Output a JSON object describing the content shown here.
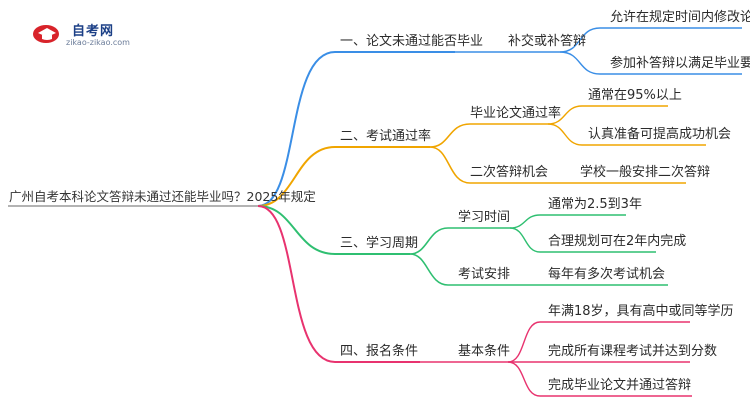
{
  "logo": {
    "name": "自考网",
    "url": "zikao-zikao.com"
  },
  "root": "广州自考本科论文答辩未通过还能毕业吗？2025年规定",
  "branches": [
    {
      "label": "一、论文未通过能否毕业",
      "color": "#3a8ee6",
      "children": [
        {
          "label": "补交或补答辩",
          "leaves": [
            "允许在规定时间内修改论文",
            "参加补答辩以满足毕业要求"
          ]
        }
      ]
    },
    {
      "label": "二、考试通过率",
      "color": "#f0a500",
      "children": [
        {
          "label": "毕业论文通过率",
          "leaves": [
            "通常在95%以上",
            "认真准备可提高成功机会"
          ]
        },
        {
          "label": "二次答辩机会",
          "leaves": [
            "学校一般安排二次答辩"
          ]
        }
      ]
    },
    {
      "label": "三、学习周期",
      "color": "#2fbf71",
      "children": [
        {
          "label": "学习时间",
          "leaves": [
            "通常为2.5到3年",
            "合理规划可在2年内完成"
          ]
        },
        {
          "label": "考试安排",
          "leaves": [
            "每年有多次考试机会"
          ]
        }
      ]
    },
    {
      "label": "四、报名条件",
      "color": "#e8336f",
      "children": [
        {
          "label": "基本条件",
          "leaves": [
            "年满18岁，具有高中或同等学历",
            "完成所有课程考试并达到分数",
            "完成毕业论文并通过答辩"
          ]
        }
      ]
    }
  ]
}
